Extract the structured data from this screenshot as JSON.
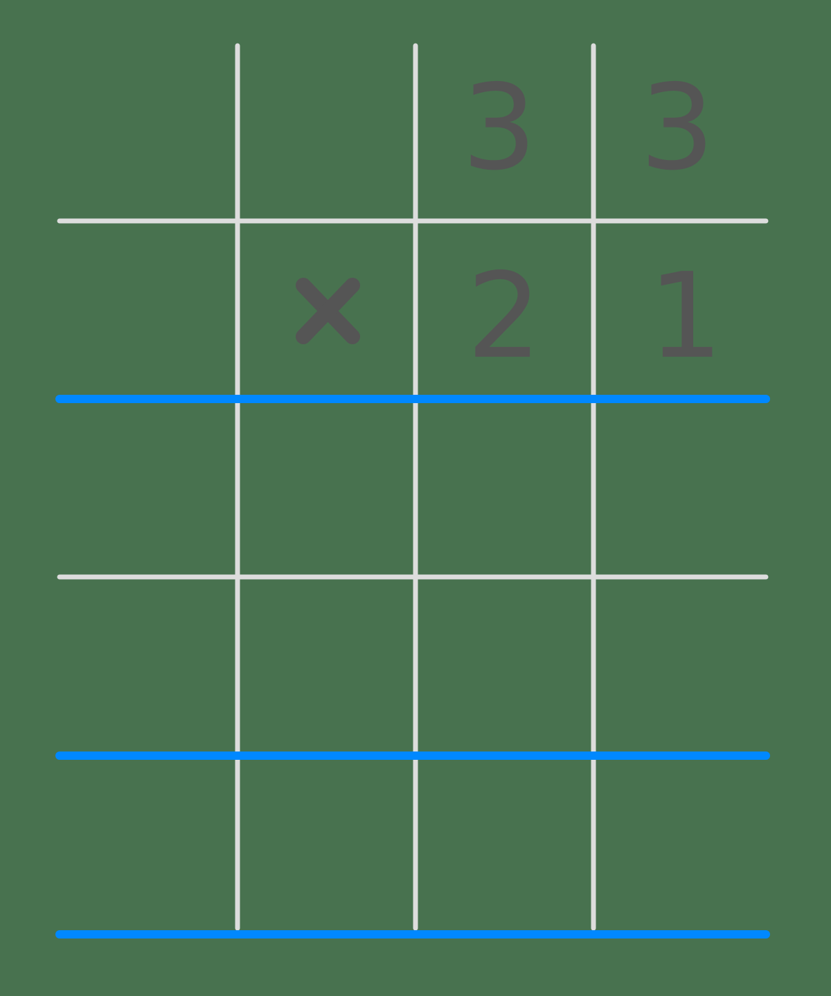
{
  "diagram": {
    "type": "long multiplication grid",
    "multiplicand": {
      "digits": [
        "3",
        "3"
      ]
    },
    "multiplier": {
      "operator": "×",
      "digits": [
        "2",
        "1"
      ]
    },
    "colors": {
      "background": "#48724f",
      "grid_line": "#dddddd",
      "result_line": "#0088ff",
      "digit": "#555555"
    },
    "rows": 5,
    "columns": 4
  }
}
